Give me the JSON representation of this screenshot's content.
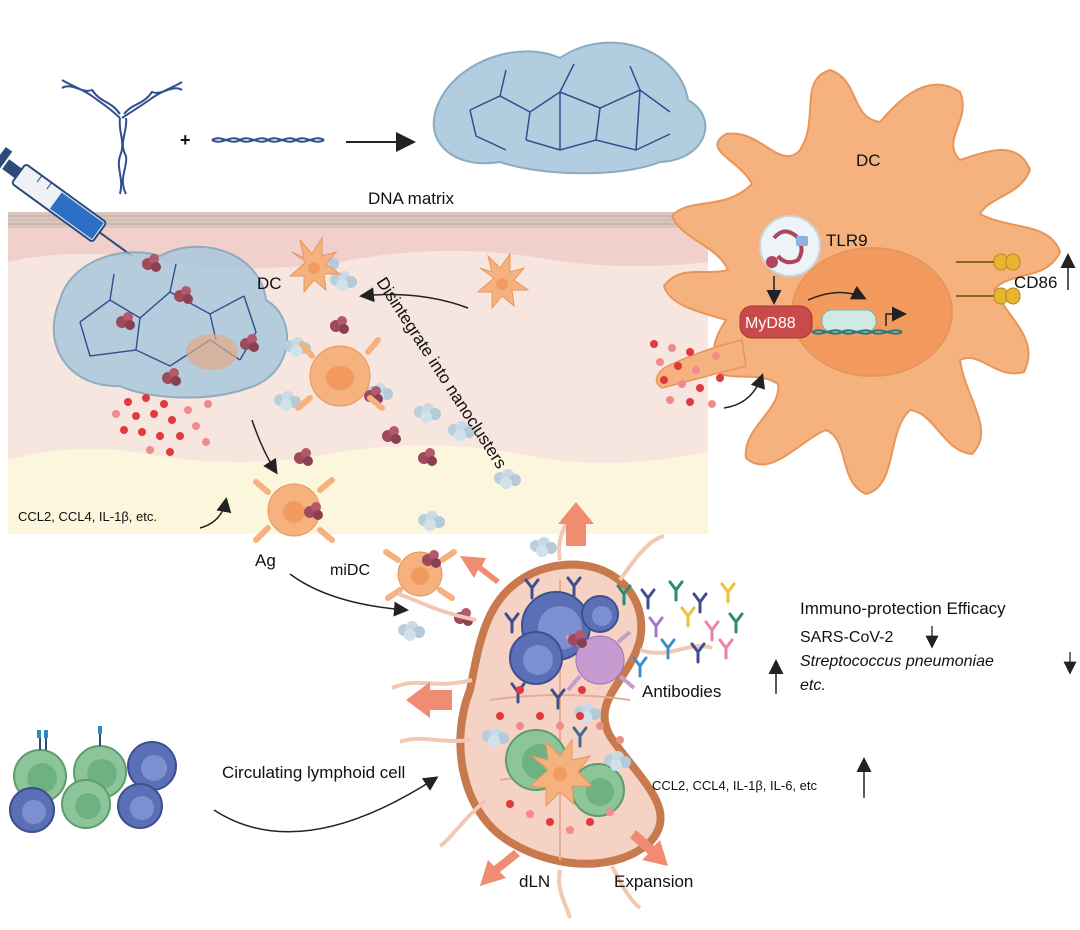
{
  "labels": {
    "plus": "+",
    "dna_matrix": "DNA matrix",
    "dc_top": "DC",
    "tlr9": "TLR9",
    "cd86": "CD86",
    "myd88": "MyD88",
    "dc_skin": "DC",
    "disintegrate": "Disintegrate into nanoclusters",
    "cytokines_skin": "CCL2, CCL4, IL-1β, etc.",
    "ag": "Ag",
    "midc": "miDC",
    "efficacy_title": "Immuno-protection Efficacy",
    "sars": "SARS-CoV-2",
    "strep": "Streptococcus pneumoniae",
    "etc": "etc.",
    "antibodies": "Antibodies",
    "circulating": "Circulating lymphoid cell",
    "cytokines_ln": "CCL2, CCL4, IL-1β, IL-6, etc",
    "dln": "dLN",
    "expansion": "Expansion"
  },
  "colors": {
    "dna_strand": "#2f4f8f",
    "gel": "#a9c8dc",
    "dc_orange": "#f6b27e",
    "dc_outline": "#e8955a",
    "nucleus": "#f39a5e",
    "myd88": "#c94a4a",
    "particle_red": "#e0393f",
    "skin_top": "#f3d6d2",
    "skin_mid": "#f7e6e0",
    "skin_fat": "#fbf6dc",
    "lymph_node": "#f5d2c4",
    "lymph_capsule": "#c9794e",
    "arrow_salmon": "#ef8c72",
    "b_cell": "#5a6fb5",
    "t_cell": "#8cc59a",
    "syringe_blue": "#2c6fc4"
  },
  "icons": [
    "syringe-icon",
    "dna-y-icon",
    "dna-helix-icon",
    "antibody-icon",
    "nanocluster-icon"
  ]
}
